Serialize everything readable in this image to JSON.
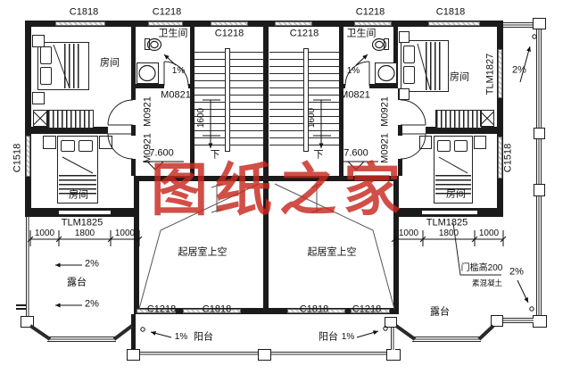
{
  "watermark": {
    "text": "图纸之家",
    "color": "#c8291f"
  },
  "windows": {
    "c1818": "C1818",
    "c1218": "C1218",
    "c1518": "C1518"
  },
  "doors": {
    "m0821": "M0821",
    "m0921": "M0921",
    "tlm1825": "TLM1825",
    "tlm1827": "TLM1827"
  },
  "rooms": {
    "bedroom": "房间",
    "bathroom": "卫生间",
    "living_room_void": "起居室上空",
    "terrace": "露台",
    "balcony": "阳台"
  },
  "dimensions": {
    "d1000": "1000",
    "d1800": "1800",
    "d1600": "1600",
    "elevation": "7.600"
  },
  "slopes": {
    "p1": "1%",
    "p2": "2%"
  },
  "annotations": {
    "down": "下",
    "door_sill_height": "门槛高200",
    "plain_concrete": "素混凝土"
  }
}
